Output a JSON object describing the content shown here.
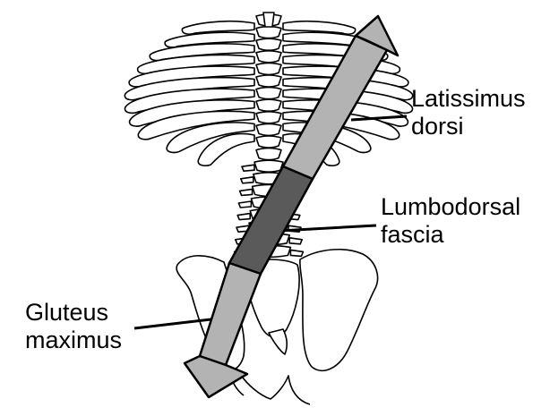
{
  "labels": {
    "latissimus": {
      "line1": "Latissimus",
      "line2": "dorsi"
    },
    "lumbodorsal": {
      "line1": "Lumbodorsal",
      "line2": "fascia"
    },
    "gluteus": {
      "line1": "Gluteus",
      "line2": "maximus"
    }
  },
  "colors": {
    "muscle_segment": "#b3b3b3",
    "fascia_segment": "#5a5a5a",
    "outline": "#000000",
    "background": "#ffffff"
  }
}
